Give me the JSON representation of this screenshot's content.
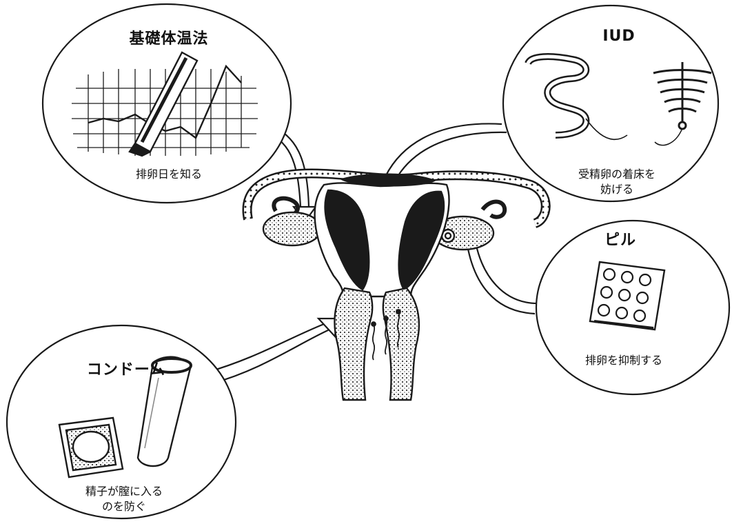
{
  "bubbles": {
    "bbt": {
      "title": "基礎体温法",
      "caption": "排卵日を知る"
    },
    "iud": {
      "title": "IUD",
      "caption_line1": "受精卵の着床を",
      "caption_line2": "妨げる"
    },
    "pill": {
      "title": "ピル",
      "caption": "排卵を抑制する"
    },
    "condom": {
      "title": "コンドーム",
      "caption_line1": "精子が膣に入る",
      "caption_line2": "のを防ぐ"
    }
  },
  "colors": {
    "ink": "#1a1a1a",
    "paper": "#ffffff",
    "shade": "#8a8a8a"
  },
  "icons": [
    "thermometer-icon",
    "iud-icon",
    "pill-pack-icon",
    "condom-icon",
    "condom-wrapper-icon",
    "uterus-diagram"
  ]
}
